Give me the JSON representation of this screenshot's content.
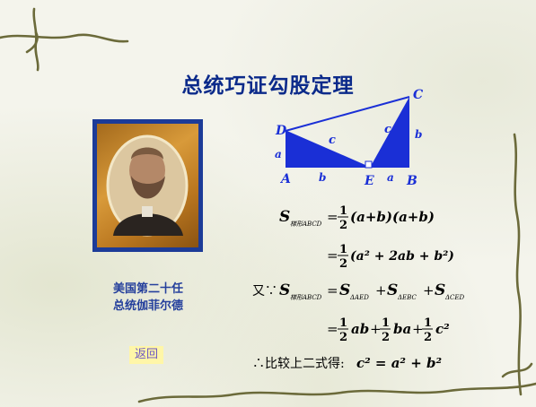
{
  "title": "总统巧证勾股定理",
  "caption": {
    "line1": "美国第二十任",
    "line2": "总统伽菲尔德"
  },
  "back_button": "返回",
  "figure": {
    "vertex_labels": {
      "A": "A",
      "B": "B",
      "C": "C",
      "D": "D",
      "E": "E"
    },
    "side_labels": {
      "AD": "a",
      "AE": "b",
      "DE": "c",
      "EC": "c",
      "EB": "a",
      "BC": "b"
    },
    "colors": {
      "triangle_fill": "#1a2fd6",
      "outline": "#1a2fd6"
    }
  },
  "formulas": {
    "line1": {
      "S": "S",
      "sub": "梯形ABCD",
      "rhs": "(a+b)(a+b)"
    },
    "line2": {
      "rhs": "(a² + 2ab + b²)"
    },
    "line3": {
      "prefix": "又∵",
      "S": "S",
      "sub": "梯形ABCD",
      "t1_sub": "ΔAED",
      "t2_sub": "ΔEBC",
      "t3_sub": "ΔCED"
    },
    "line4": {
      "t1": "ab",
      "t2": "ba",
      "t3": "c²"
    },
    "line5": {
      "prefix": "∴比较上二式得:",
      "eq": "c² = a² + b²"
    }
  }
}
